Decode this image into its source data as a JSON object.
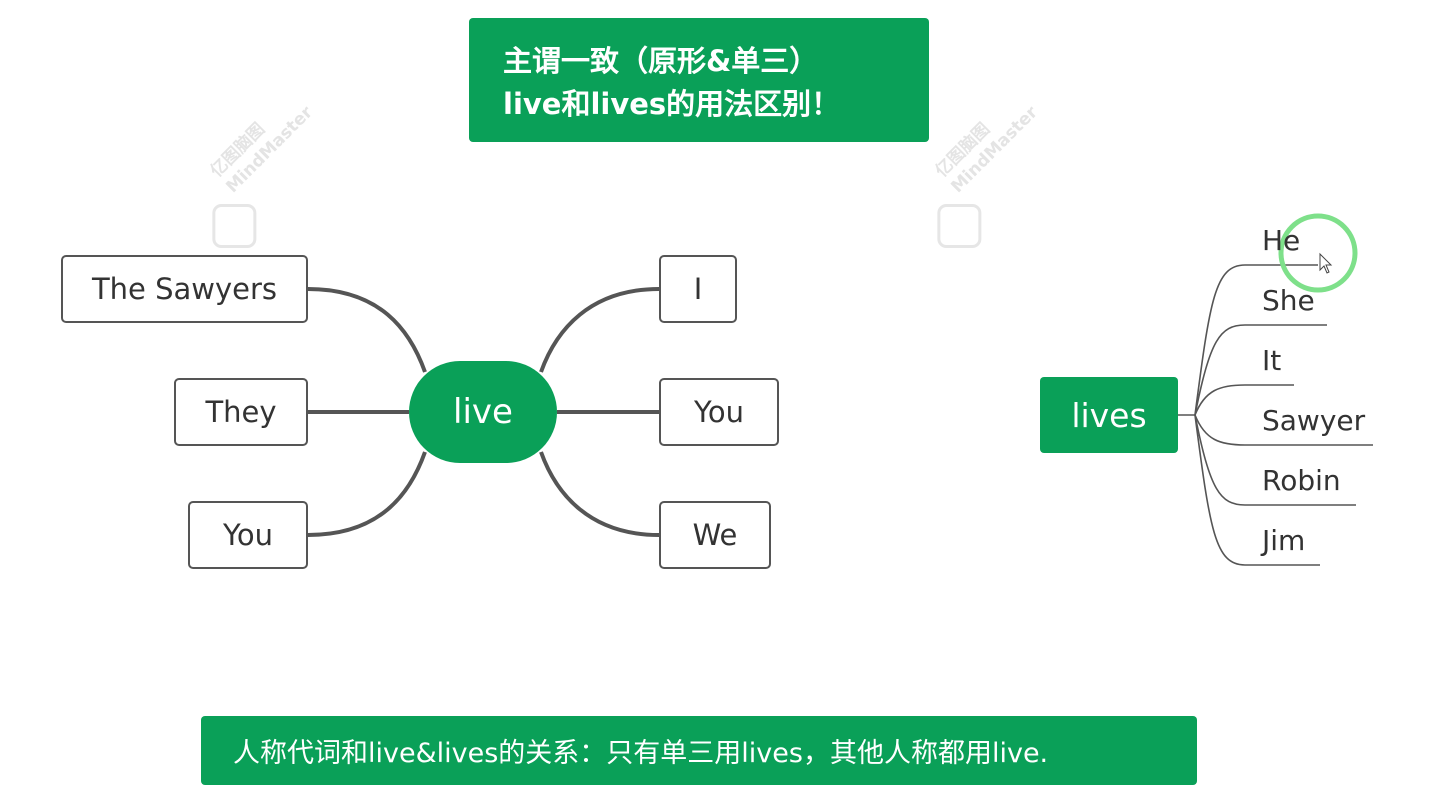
{
  "title": {
    "line1": "主谓一致（原形&单三）",
    "line2": "live和lives的用法区别！"
  },
  "watermark": {
    "brand_cn": "亿图脑图",
    "brand_en": "MindMaster"
  },
  "left_map": {
    "center": "live",
    "left_nodes": [
      "The Sawyers",
      "They",
      "You"
    ],
    "right_nodes": [
      "I",
      "You",
      "We"
    ]
  },
  "right_map": {
    "center": "lives",
    "leaves": [
      "He",
      "She",
      "It",
      "Sawyer",
      "Robin",
      "Jim"
    ]
  },
  "footer": "人称代词和live&lives的关系：只有单三用lives，其他人称都用live.",
  "colors": {
    "accent": "#0aa058",
    "cursor_ring": "#7ee08a"
  }
}
